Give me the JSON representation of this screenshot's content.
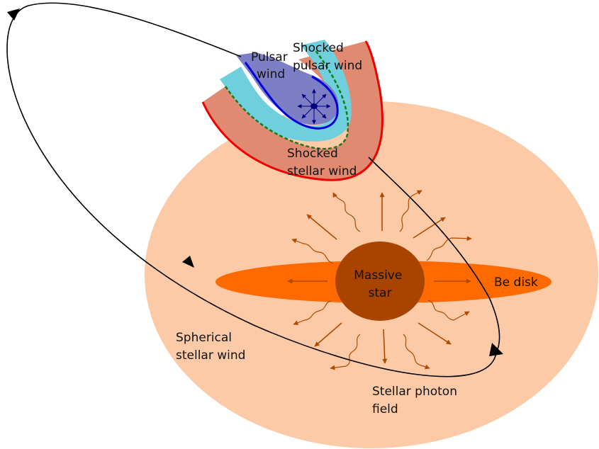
{
  "labels": {
    "pulsar_wind": [
      "Pulsar",
      "wind"
    ],
    "shocked_pulsar_wind": [
      "Shocked",
      "pulsar wind"
    ],
    "shocked_stellar_wind": [
      "Shocked",
      "stellar wind"
    ],
    "massive_star": [
      "Massive",
      "star"
    ],
    "be_disk": "Be disk",
    "spherical_stellar_wind": [
      "Spherical",
      "stellar wind"
    ],
    "stellar_photon_field": [
      "Stellar photon",
      "field"
    ]
  },
  "colors": {
    "stellar_wind_region": "#fccaa6",
    "be_disk": "#ff6a00",
    "massive_star": "#a84300",
    "photon_arrows": "#b04a00",
    "shocked_stellar_wind": "#e08a72",
    "shocked_stellar_wind_edge": "#ee0000",
    "shocked_pulsar_wind": "#6fcfdd",
    "contact_discontinuity": "#1a7a1a",
    "pulsar_wind": "#7e7ec4",
    "termination_shock": "#0000dd",
    "pulsar": "#000080",
    "orbit": "#000000"
  },
  "icons": {
    "pulsar_wind_arrows": "radial-arrows-icon",
    "photon_field": "wavy-arrow-icon",
    "orbit_direction": "arrowhead-icon"
  }
}
